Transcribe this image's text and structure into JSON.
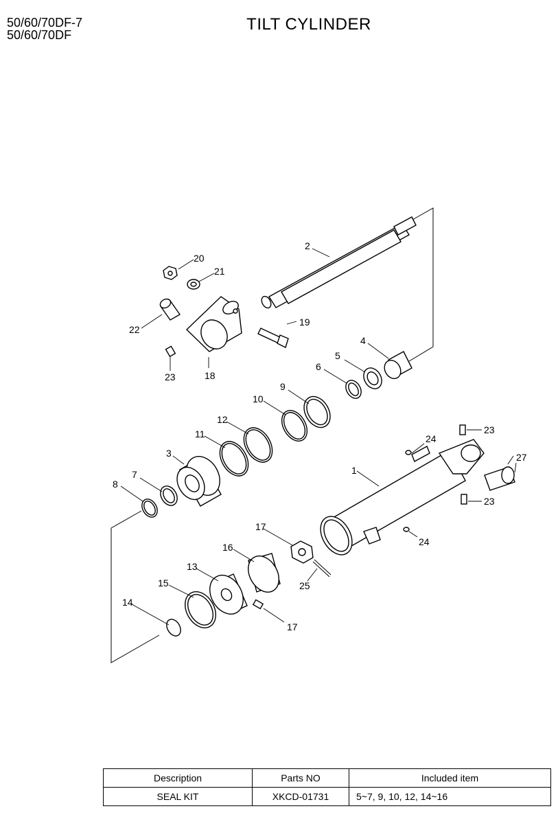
{
  "header": {
    "model_line1": "50/60/70DF-7",
    "model_line2": "50/60/70DF",
    "title": "TILT CYLINDER"
  },
  "diagram": {
    "callouts": [
      "1",
      "2",
      "3",
      "4",
      "5",
      "6",
      "7",
      "8",
      "9",
      "10",
      "11",
      "12",
      "13",
      "14",
      "15",
      "16",
      "17",
      "17",
      "18",
      "19",
      "20",
      "21",
      "22",
      "23",
      "23",
      "23",
      "24",
      "24",
      "25",
      "27"
    ]
  },
  "seal_table": {
    "headers": [
      "Description",
      "Parts NO",
      "Included item"
    ],
    "rows": [
      [
        "SEAL KIT",
        "XKCD-01731",
        "5~7, 9, 10, 12, 14~16"
      ]
    ]
  }
}
